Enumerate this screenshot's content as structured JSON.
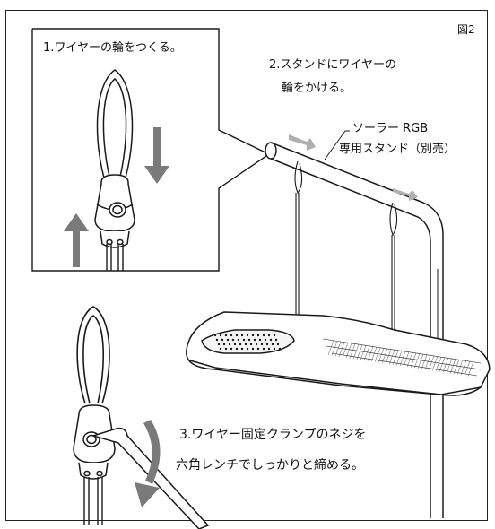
{
  "figure_label": "図2",
  "steps": {
    "step1": "1.ワイヤーの輪をつくる。",
    "step2_line1": "2.スタンドにワイヤーの",
    "step2_line2": "輪をかける。",
    "step3_line1": "3.ワイヤー固定クランプのネジを",
    "step3_line2": "六角レンチでしっかりと締める。"
  },
  "callout": {
    "line1": "ソーラー RGB",
    "line2": "専用スタンド（別売）"
  },
  "colors": {
    "line": "#1a1a1a",
    "arrow_gray": "#7a7a7a",
    "light_gray": "#bdbdbd"
  }
}
